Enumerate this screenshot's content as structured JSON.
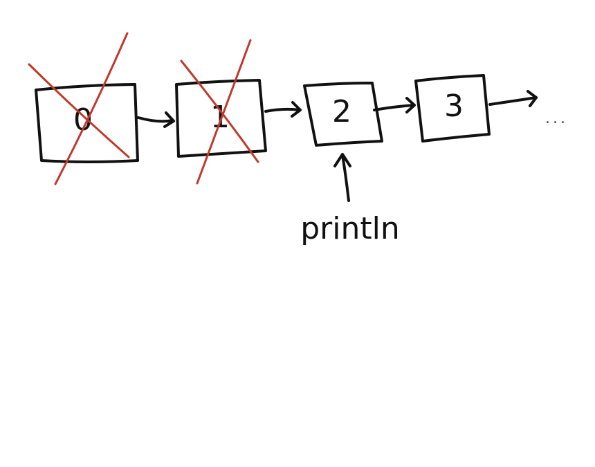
{
  "diagram": {
    "nodes": [
      {
        "value": "0",
        "removed": true
      },
      {
        "value": "1",
        "removed": true
      },
      {
        "value": "2",
        "removed": false
      },
      {
        "value": "3",
        "removed": false
      }
    ],
    "continuation": "...",
    "pointer_label": "println"
  },
  "colors": {
    "ink": "#111111",
    "cross": "#c0392b"
  }
}
